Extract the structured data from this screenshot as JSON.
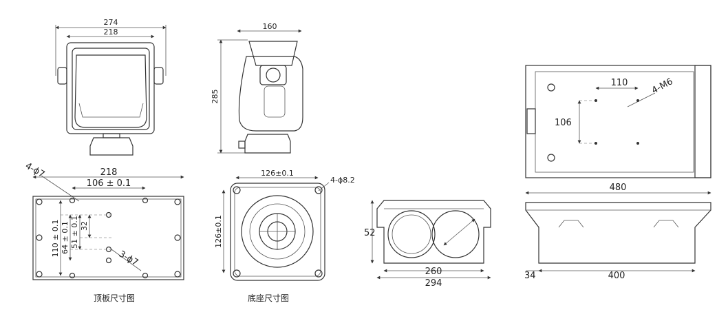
{
  "labels": {
    "top_view_width_outer": "274",
    "top_view_width_inner": "218",
    "side_view_width": "160",
    "side_view_height": "285",
    "top_plate_width": "218",
    "top_plate_hole_label": "4-ϕ7",
    "top_plate_hole_spacing": "106 ± 0.1",
    "top_plate_v1": "110 ± 0.1",
    "top_plate_v2": "64 ± 0.1",
    "top_plate_v3": "51 ± 0.1",
    "top_plate_v4": "32",
    "top_plate_small_holes": "3-ϕ7",
    "base_width": "126±0.1",
    "base_height": "126±0.1",
    "base_holes": "4-ϕ8.2",
    "front_height": "52",
    "front_width_inner": "260",
    "front_width_outer": "294",
    "plan_h_spacing": "110",
    "plan_v_spacing": "106",
    "plan_screws": "4-M6",
    "housing_total_length": "480",
    "housing_offset": "34",
    "housing_body_length": "400"
  },
  "captions": {
    "top_plate": "顶板尺寸图",
    "base": "底座尺寸图"
  }
}
